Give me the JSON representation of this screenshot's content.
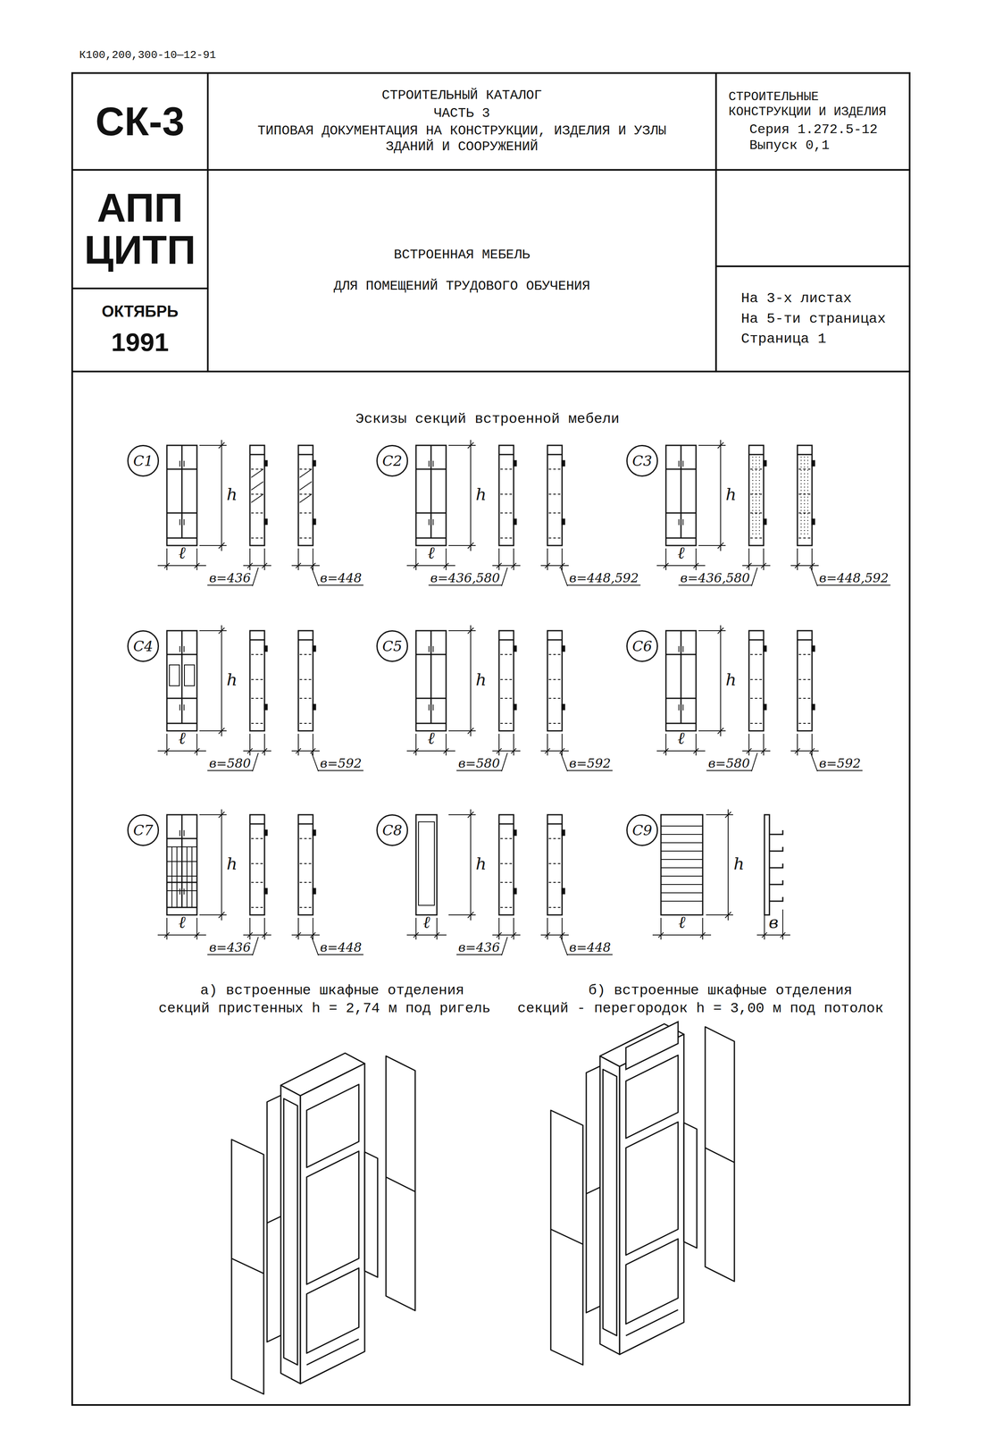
{
  "diagram": {
    "nodes": [
      {
        "text": [
          "СК-3"
        ]
      },
      {
        "text": [
          "СТРОИТЕЛЬНЫЙ КАТАЛОГ",
          "ЧАСТЬ 3",
          "ТИПОВАЯ ДОКУМЕНТАЦИЯ НА КОНСТРУКЦИИ, ИЗДЕЛИЯ И УЗЛЫ ЗДАНИЙ И СООРУЖЕНИЙ"
        ]
      },
      {
        "text": [
          "СТРОИТЕЛЬНЫЕ КОНСТРУКЦИИ И ИЗДЕЛИЯ",
          "Серия 1.272.5-12",
          "Выпуск 0,1"
        ]
      },
      {
        "text": [
          "АПП ЦИТП"
        ]
      },
      {
        "text": [
          "ВСТРОЕННАЯ МЕБЕЛЬ",
          "ДЛЯ ПОМЕЩЕНИЙ ТРУДОВОГО ОБУЧЕНИЯ"
        ]
      },
      {
        "text": [
          "ОКТЯБРЬ",
          "1991"
        ]
      },
      {
        "text": [
          "На 3-х листах",
          "На 5-ти страницах",
          "Страница 1"
        ]
      },
      {
        "text": [
          "С1"
        ]
      },
      {
        "text": [
          "С2"
        ]
      },
      {
        "text": [
          "С3"
        ]
      },
      {
        "text": [
          "С4"
        ]
      },
      {
        "text": [
          "С5"
        ]
      },
      {
        "text": [
          "С6"
        ]
      },
      {
        "text": [
          "С7"
        ]
      },
      {
        "text": [
          "С8"
        ]
      },
      {
        "text": [
          "С9"
        ]
      }
    ],
    "labels": [
      "К100,200,300-10—12-91",
      "Эскизы секций встроенной мебели",
      "h",
      "ℓ",
      "в=436",
      "в=448",
      "h",
      "ℓ",
      "в=436,580",
      "в=448,592",
      "h",
      "ℓ",
      "в=436,580",
      "в=448,592",
      "h",
      "ℓ",
      "в=580",
      "в=592",
      "h",
      "ℓ",
      "в=580",
      "в=592",
      "h",
      "ℓ",
      "в=580",
      "в=592",
      "h",
      "ℓ",
      "в=436",
      "в=448",
      "h",
      "ℓ",
      "в=436",
      "в=448",
      "h",
      "ℓ",
      "в",
      "а) встроенные шкафные отделения секций пристенных h = 2,74 м под ригель",
      "б) встроенные шкафные отделения секций - перегородок h = 3,00 м под потолок"
    ]
  }
}
